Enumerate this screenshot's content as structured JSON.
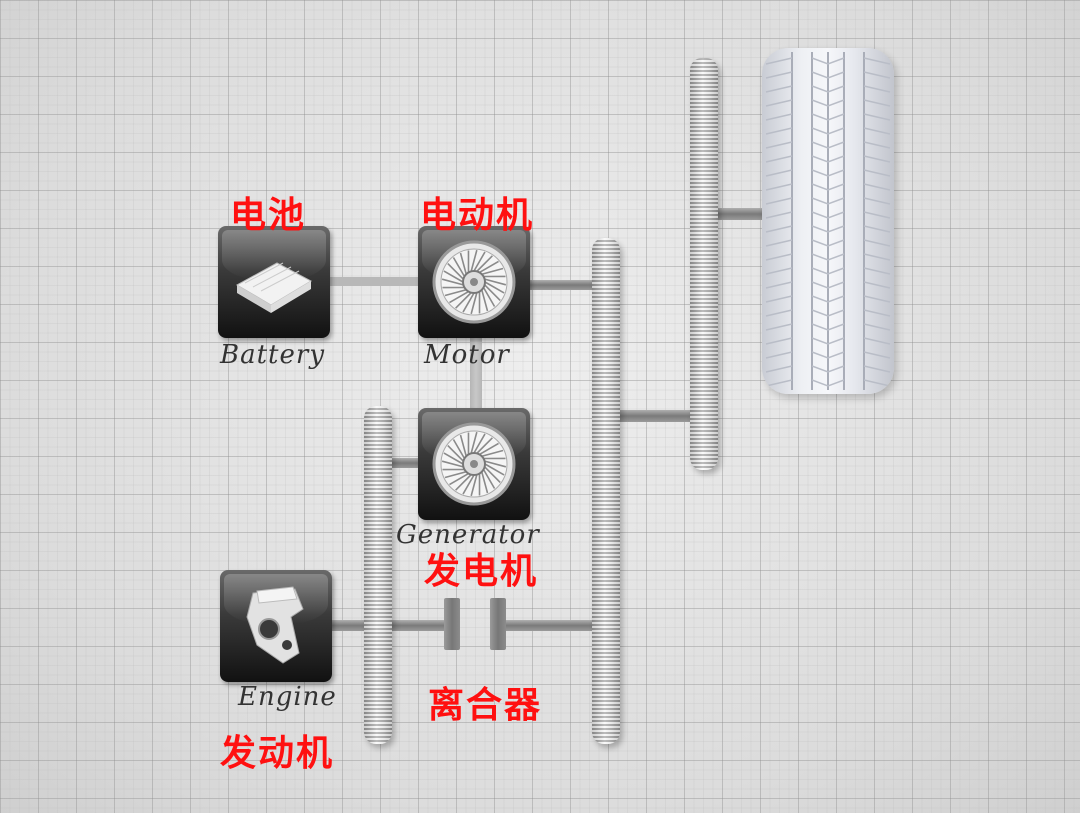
{
  "components": {
    "battery": {
      "label_en": "Battery",
      "label_zh": "电池"
    },
    "motor": {
      "label_en": "Motor",
      "label_zh": "电动机"
    },
    "generator": {
      "label_en": "Generator",
      "label_zh": "发电机"
    },
    "engine": {
      "label_en": "Engine",
      "label_zh": "发动机"
    },
    "clutch": {
      "label_zh": "离合器"
    }
  },
  "colors": {
    "annotation": "#ff1010",
    "icon_box": "#2a2a2a"
  },
  "icons": [
    "battery-icon",
    "motor-icon",
    "generator-icon",
    "engine-icon",
    "tire-icon",
    "gear-icon"
  ]
}
